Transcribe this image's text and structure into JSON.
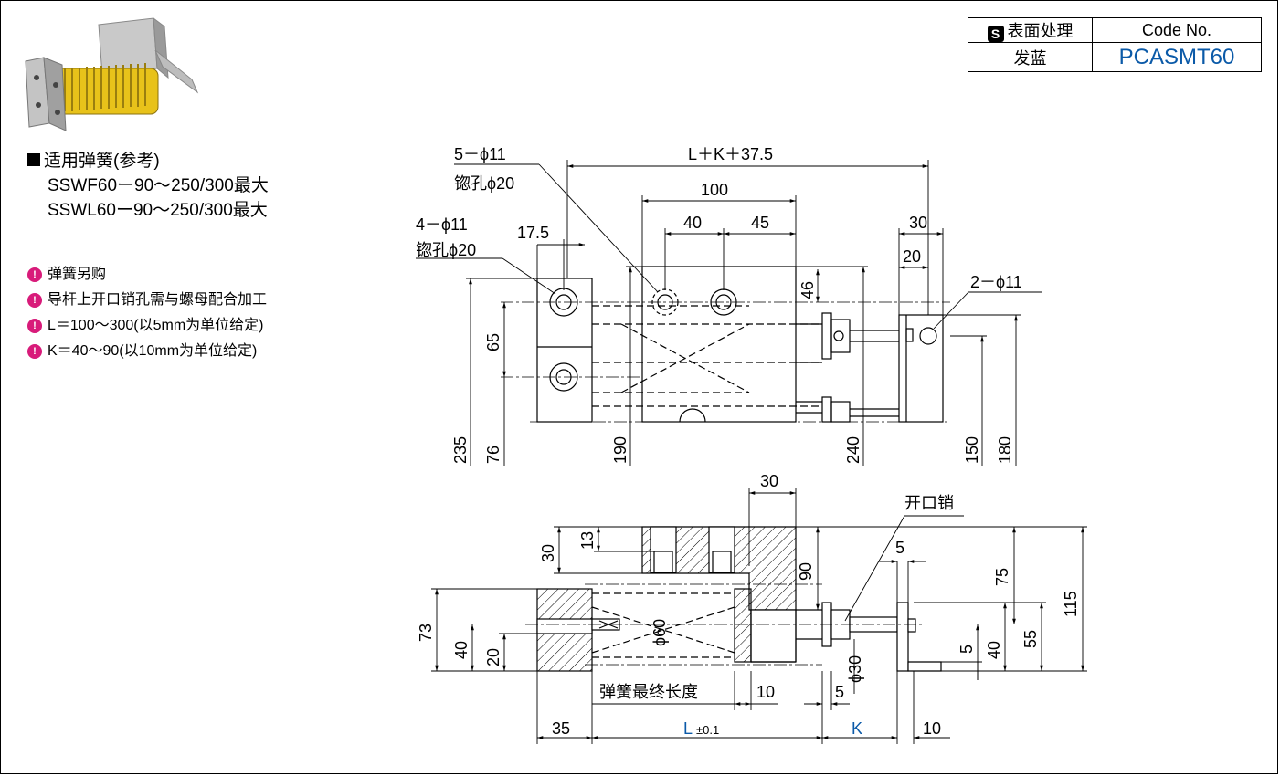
{
  "code_table": {
    "treatment_header": "表面处理",
    "code_header": "Code No.",
    "treatment_value": "发蓝",
    "code_value": "PCASMT60"
  },
  "spec": {
    "title": "适用弹簧(参考)",
    "lines": [
      "SSWF60ー90～250/300最大",
      "SSWL60ー90～250/300最大"
    ]
  },
  "notes": [
    "弹簧另购",
    "导杆上开口销孔需与螺母配合加工",
    "L＝100～300(以5mm为单位给定)",
    "K＝40～90(以10mm为单位给定)"
  ],
  "top_view": {
    "holes5_line1": "5－ϕ11",
    "holes5_line2": "锪孔ϕ20",
    "holes4_line1": "4－ϕ11",
    "holes4_line2": "锪孔ϕ20",
    "holes2": "2－ϕ11",
    "dim_overall": "L＋K＋37.5",
    "dim_100": "100",
    "dim_40": "40",
    "dim_45": "45",
    "dim_17_5": "17.5",
    "dim_30": "30",
    "dim_20": "20",
    "dim_46": "46",
    "dim_65": "65",
    "dim_235": "235",
    "dim_76": "76",
    "dim_190": "190",
    "dim_240": "240",
    "dim_150": "150",
    "dim_180": "180"
  },
  "side_view": {
    "cotter_pin": "开口销",
    "spring_length": "弹簧最终长度",
    "dim_30": "30",
    "dim_30b": "30",
    "dim_13": "13",
    "dim_90": "90",
    "dim_5a": "5",
    "dim_75": "75",
    "dim_115": "115",
    "dim_73": "73",
    "dim_40": "40",
    "dim_20": "20",
    "dim_phi60": "ϕ60",
    "dim_phi30": "ϕ30",
    "dim_5b": "5",
    "dim_5c": "5",
    "dim_40b": "40",
    "dim_55": "55",
    "dim_10a": "10",
    "dim_35": "35",
    "dim_L": "L",
    "dim_tol": "±0.1",
    "dim_K": "K",
    "dim_10b": "10"
  },
  "colors": {
    "accent_blue": "#0b5aa8",
    "note_bullet": "#d81b7a",
    "spring_yellow": "#e8c21a"
  }
}
